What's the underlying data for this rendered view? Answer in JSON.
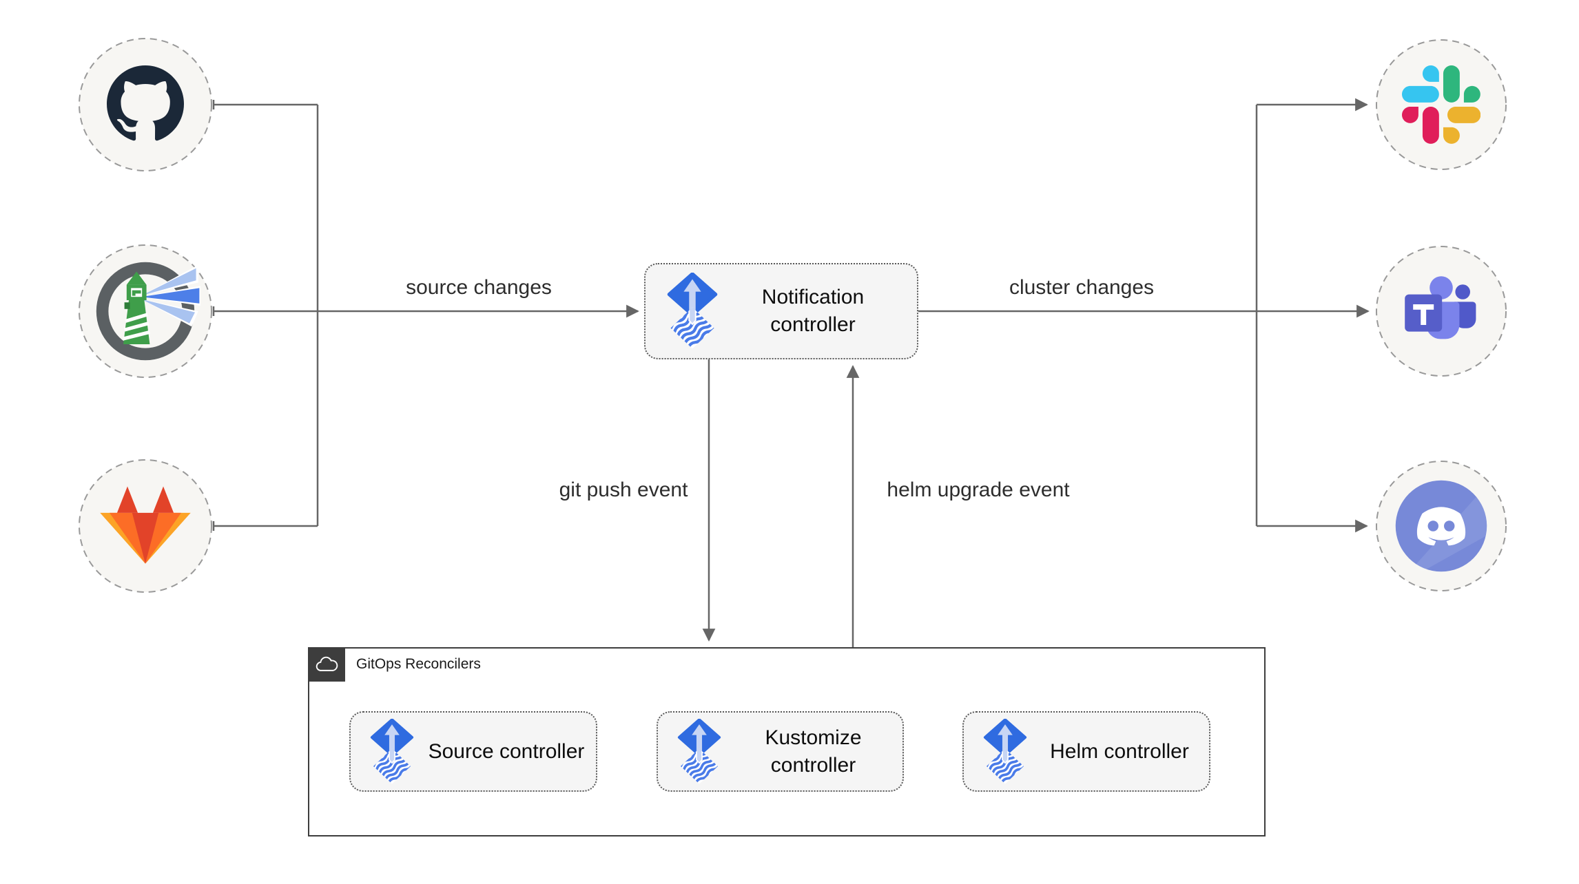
{
  "diagram": {
    "kind": "flux-notification-architecture",
    "nodes": {
      "notification": {
        "label": "Notification controller",
        "icon": "flux-icon"
      },
      "source": {
        "label": "Source controller",
        "icon": "flux-icon"
      },
      "kustomize": {
        "label": "Kustomize controller",
        "icon": "flux-icon"
      },
      "helm": {
        "label": "Helm controller",
        "icon": "flux-icon"
      }
    },
    "container": {
      "label": "GitOps Reconcilers",
      "icon": "cloud-icon"
    },
    "providers": {
      "left": [
        {
          "icon": "github-icon"
        },
        {
          "icon": "harbor-icon"
        },
        {
          "icon": "gitlab-icon"
        }
      ],
      "right": [
        {
          "icon": "slack-icon"
        },
        {
          "icon": "teams-icon"
        },
        {
          "icon": "discord-icon"
        }
      ]
    },
    "edge_labels": {
      "source_changes": "source changes",
      "cluster_changes": "cluster changes",
      "git_push_event": "git push event",
      "helm_upgrade_event": "helm upgrade event"
    },
    "colors": {
      "line": "#666666",
      "node_fill": "#f5f5f5",
      "node_border": "#575757",
      "circle_fill": "#f7f6f3",
      "circle_border": "#999999",
      "container_border": "#3d3d3d",
      "flux_blue": "#2f6be0",
      "flux_light_arrow": "#c7d5f4",
      "flux_wave_blue": "#4a7be8",
      "github_dark": "#1b2838",
      "gitlab_red": "#e24329",
      "gitlab_orange": "#fc6d26",
      "gitlab_yellow": "#fca326",
      "harbor_gray": "#5b6063",
      "harbor_green": "#3f9e4a",
      "slack_blue": "#36c5f0",
      "slack_green": "#2eb67d",
      "slack_yellow": "#ecb22e",
      "slack_red": "#e01e5a",
      "teams_purple": "#5059c9",
      "teams_light": "#7b83eb",
      "discord_blurple": "#7789d8"
    }
  }
}
